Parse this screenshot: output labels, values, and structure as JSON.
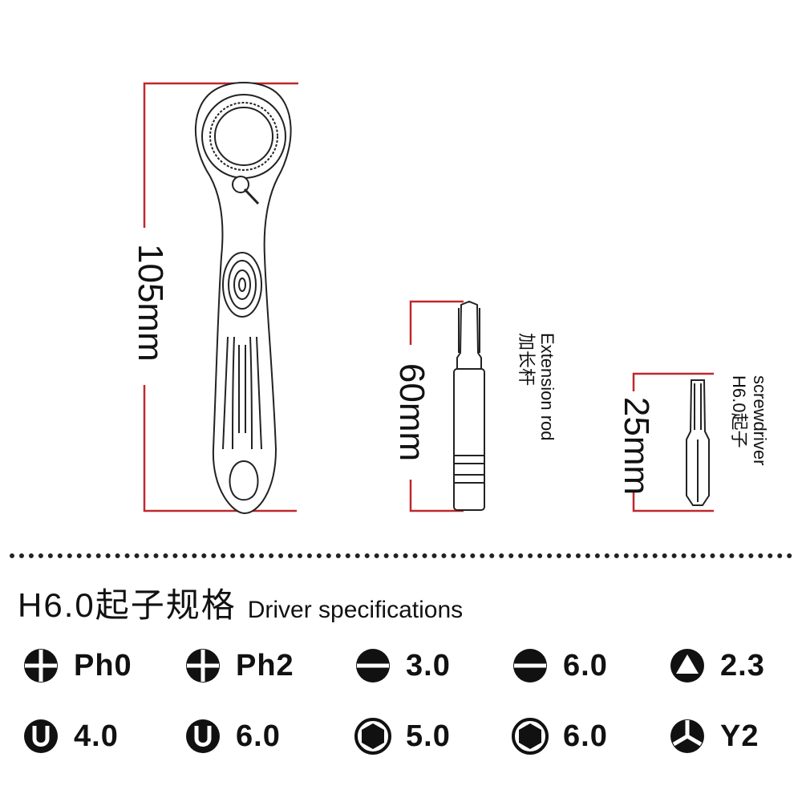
{
  "dimensions": {
    "handle_length": "105mm",
    "extension_length": "60mm",
    "bit_length": "25mm"
  },
  "tools": {
    "extension_en": "Extension rod",
    "extension_cn": "加长杆",
    "bit_en": "screwdriver",
    "bit_cn": "H6.0起子"
  },
  "specs": {
    "title_code": "H6.0起子规格",
    "title_en": "Driver specifications",
    "rows": [
      [
        {
          "icon": "phillips-icon",
          "label": "Ph0"
        },
        {
          "icon": "phillips-icon",
          "label": "Ph2"
        },
        {
          "icon": "slotted-icon",
          "label": "3.0"
        },
        {
          "icon": "slotted-icon",
          "label": "6.0"
        },
        {
          "icon": "triangle-icon",
          "label": "2.3"
        }
      ],
      [
        {
          "icon": "u-shape-icon",
          "label": "4.0"
        },
        {
          "icon": "u-shape-icon",
          "label": "6.0"
        },
        {
          "icon": "hex-icon",
          "label": "5.0"
        },
        {
          "icon": "hex-icon",
          "label": "6.0"
        },
        {
          "icon": "tri-wing-icon",
          "label": "Y2"
        }
      ]
    ]
  },
  "colors": {
    "dimension_line": "#c0282d",
    "ink": "#111111"
  }
}
